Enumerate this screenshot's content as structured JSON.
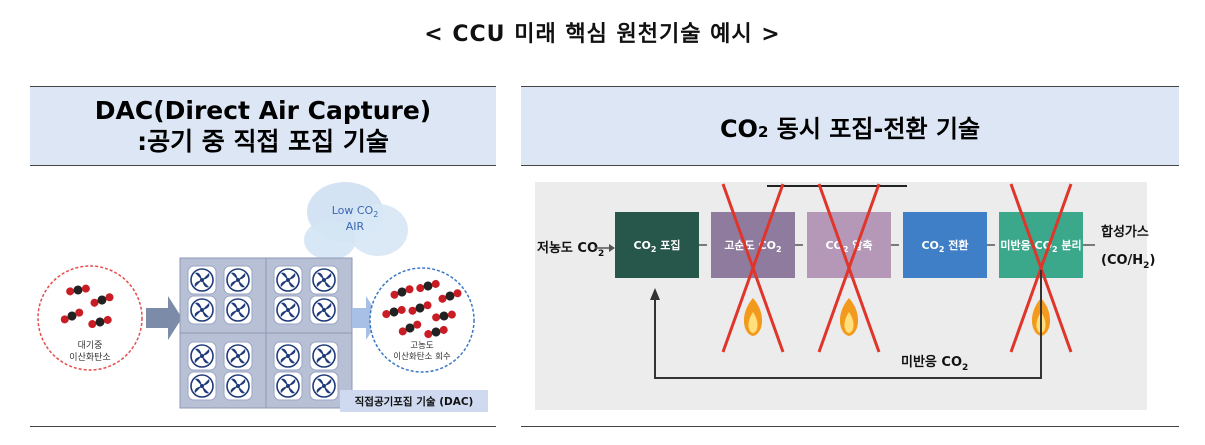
{
  "title": "< CCU 미래 핵심 원천기술 예시 >",
  "left_panel": {
    "heading_line1": "DAC(Direct Air Capture)",
    "heading_line2": ":공기 중 직접 포집 기술",
    "cloud_label_line1": "Low CO",
    "cloud_label_sub": "2",
    "cloud_label_line2": "AIR",
    "left_circle_line1": "대기중",
    "left_circle_line2": "이산화탄소",
    "right_circle_line1": "고농도",
    "right_circle_line2": "이산화탄소 회수",
    "caption": "직접공기포집 기술 (DAC)"
  },
  "right_panel": {
    "heading_prefix": "CO",
    "heading_sub": "2",
    "heading_suffix": " 동시 포집-전환 기술",
    "input_label": "저농도 CO",
    "input_sub": "2",
    "steps": [
      {
        "label": "CO",
        "sub": "2",
        "suffix": " 포집",
        "crossed": false,
        "color": "#27574a"
      },
      {
        "label": "고순도 CO",
        "sub": "2",
        "suffix": "",
        "crossed": true,
        "color": "#8f7b9e"
      },
      {
        "label": "CO",
        "sub": "2",
        "suffix": " 압축",
        "crossed": true,
        "color": "#b598b8"
      },
      {
        "label": "CO",
        "sub": "2",
        "suffix": " 전환",
        "crossed": false,
        "color": "#3f7fc8"
      },
      {
        "label": "미반응 CO",
        "sub": "2",
        "suffix": " 분리",
        "crossed": true,
        "color": "#3ba88c"
      }
    ],
    "output_line1": "합성가스",
    "output_line2": "(CO/H",
    "output_sub": "2",
    "output_close": ")",
    "recycle_label": "미반응 CO",
    "recycle_sub": "2"
  },
  "colors": {
    "header_bg": "#dde6f4",
    "cross_red": "#e0352b",
    "flame_orange": "#f39a1e"
  }
}
